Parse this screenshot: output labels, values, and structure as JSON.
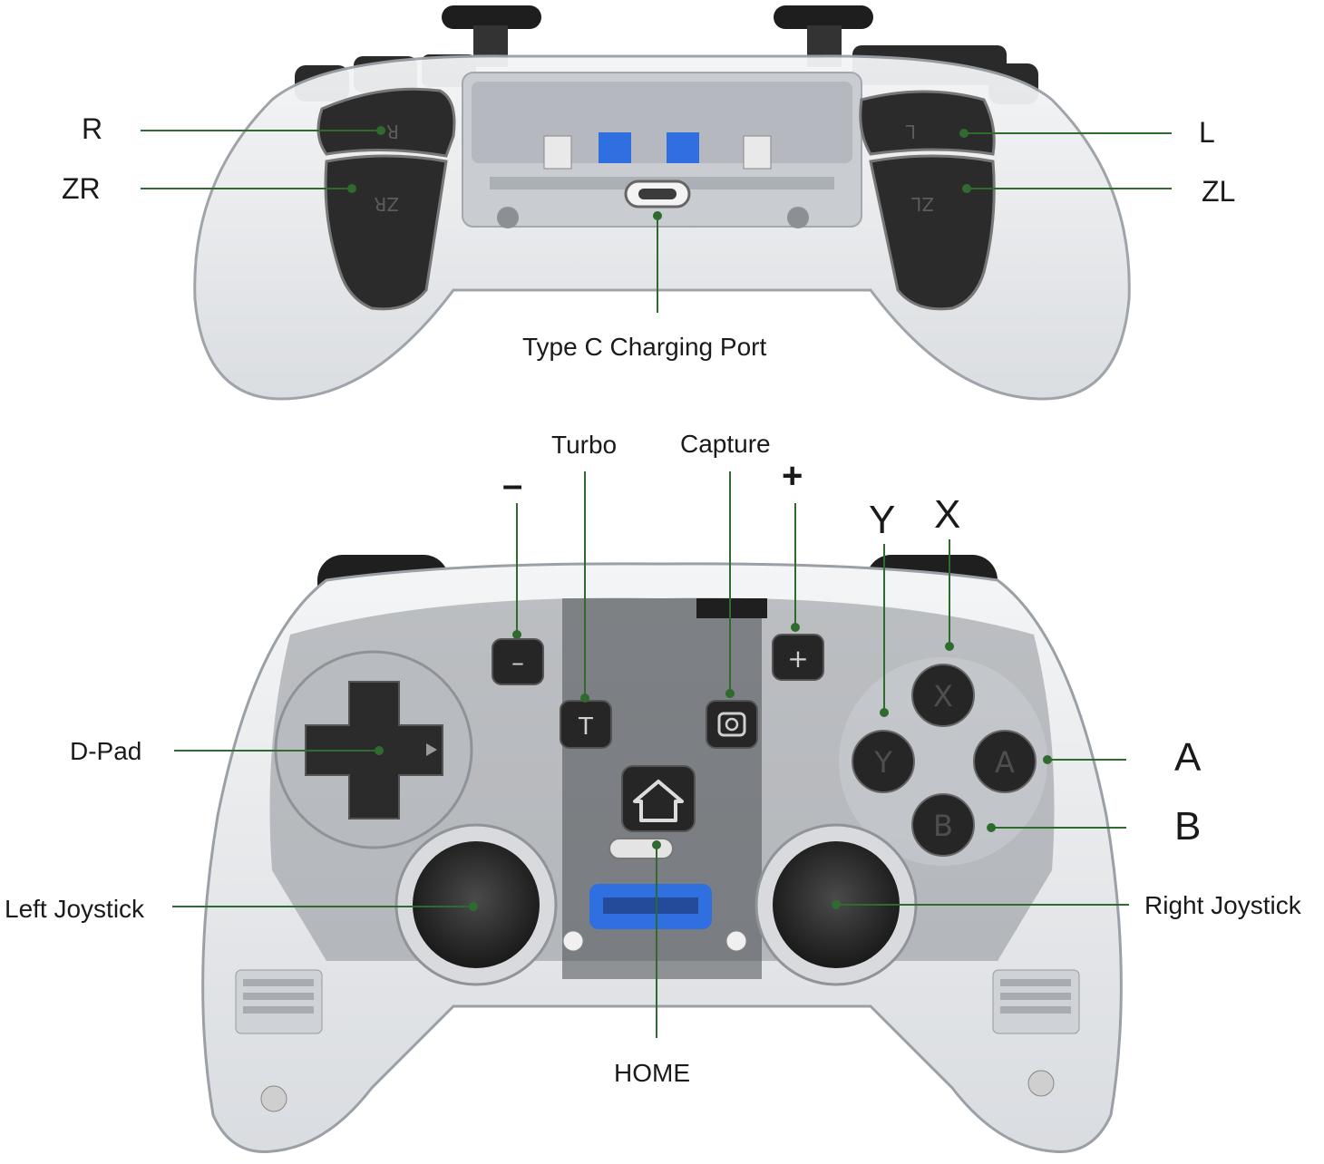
{
  "colors": {
    "leader": "#2f6b2f",
    "body_fill": "#eceef0",
    "body_stroke": "#9aa0a6",
    "dark_part": "#2b2b2b",
    "accent_blue": "#2f6fe0"
  },
  "top_view": {
    "labels": {
      "r": "R",
      "zr": "ZR",
      "l": "L",
      "zl": "ZL",
      "charging_port": "Type C Charging Port"
    },
    "button_engravings": {
      "r": "R",
      "zr": "ZR",
      "l": "L",
      "zl": "ZL"
    }
  },
  "front_view": {
    "labels": {
      "turbo": "Turbo",
      "capture": "Capture",
      "minus": "–",
      "plus": "+",
      "y": "Y",
      "x": "X",
      "a": "A",
      "b": "B",
      "dpad": "D-Pad",
      "left_joystick": "Left Joystick",
      "right_joystick": "Right  Joystick",
      "home": "HOME"
    },
    "button_glyphs": {
      "minus": "–",
      "plus": "+",
      "turbo": "T",
      "x": "X",
      "a": "A",
      "b": "B",
      "y": "Y"
    },
    "icons": {
      "home": "house-icon",
      "capture": "camera-square-icon",
      "dpad": "cross-icon"
    }
  }
}
